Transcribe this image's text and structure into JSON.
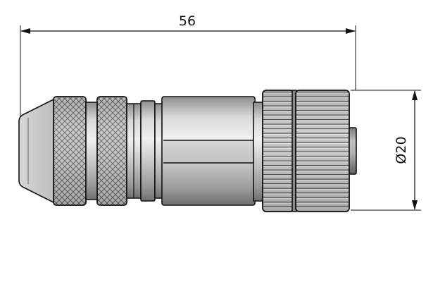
{
  "dimensions": {
    "length_label": "56",
    "diameter_label": "Ø20"
  },
  "colors": {
    "line": "#111111",
    "metal_light": "#e2e2e2",
    "metal_mid": "#b9b9b9",
    "metal_dark": "#7a7a7a",
    "knurl_base": "#cfcfcf",
    "background": "#ffffff"
  },
  "icons": {
    "connector": "circular-connector-drawing",
    "arrow": "dimension-arrowhead"
  }
}
